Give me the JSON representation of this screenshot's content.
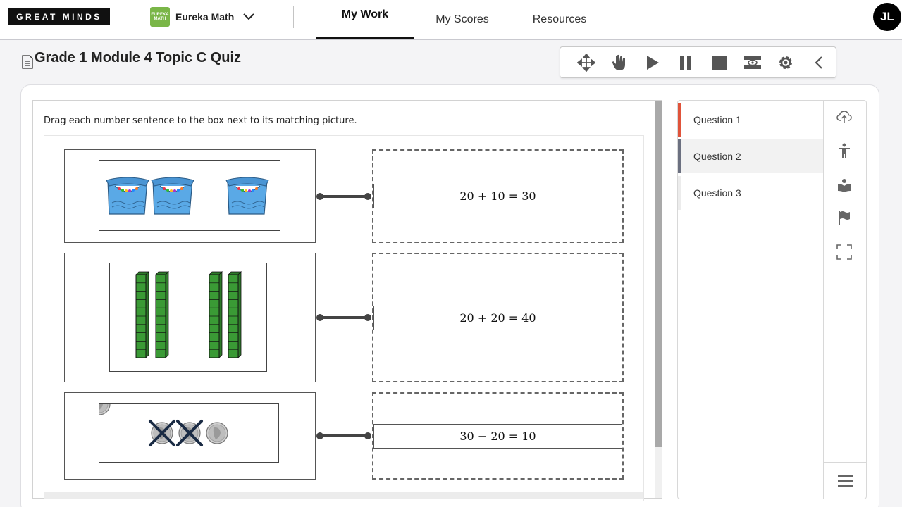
{
  "nav": {
    "brand": "GREAT MINDS",
    "product_name": "Eureka Math",
    "product_logo_text": "EUREKA MATH",
    "tabs": [
      {
        "label": "My Work",
        "active": true
      },
      {
        "label": "My Scores",
        "active": false
      },
      {
        "label": "Resources",
        "active": false
      }
    ],
    "user_initials": "JL"
  },
  "page": {
    "title": "Grade 1 Module 4 Topic C Quiz"
  },
  "toolbar": {
    "tools": [
      "move-icon",
      "pointer-hand-icon",
      "play-icon",
      "pause-icon",
      "stop-icon",
      "line-reader-icon",
      "settings-gear-icon",
      "collapse-chevron-icon"
    ]
  },
  "question": {
    "instruction": "Drag each number sentence to the box next to its matching picture.",
    "pairs": [
      {
        "picture": "three crayon boxes",
        "answer": "20 + 10 = 30"
      },
      {
        "picture": "four tens rods",
        "answer": "20 + 20 = 40"
      },
      {
        "picture": "three dimes, two crossed out",
        "answer": "30 − 20 = 10"
      }
    ]
  },
  "questions": [
    {
      "label": "Question 1",
      "state": "visited"
    },
    {
      "label": "Question 2",
      "state": "current"
    },
    {
      "label": "Question 3",
      "state": "unvisited"
    }
  ],
  "side_tools": [
    "upload-cloud-icon",
    "accessibility-icon",
    "reader-book-icon",
    "flag-icon",
    "fullscreen-icon"
  ],
  "colors": {
    "eureka_green": "#7ab648",
    "question1_marker": "#e0533a",
    "question2_marker": "#6b7080",
    "crayon_box_blue": "#5aa9e6",
    "tens_rod_green": "#3a9a35"
  }
}
